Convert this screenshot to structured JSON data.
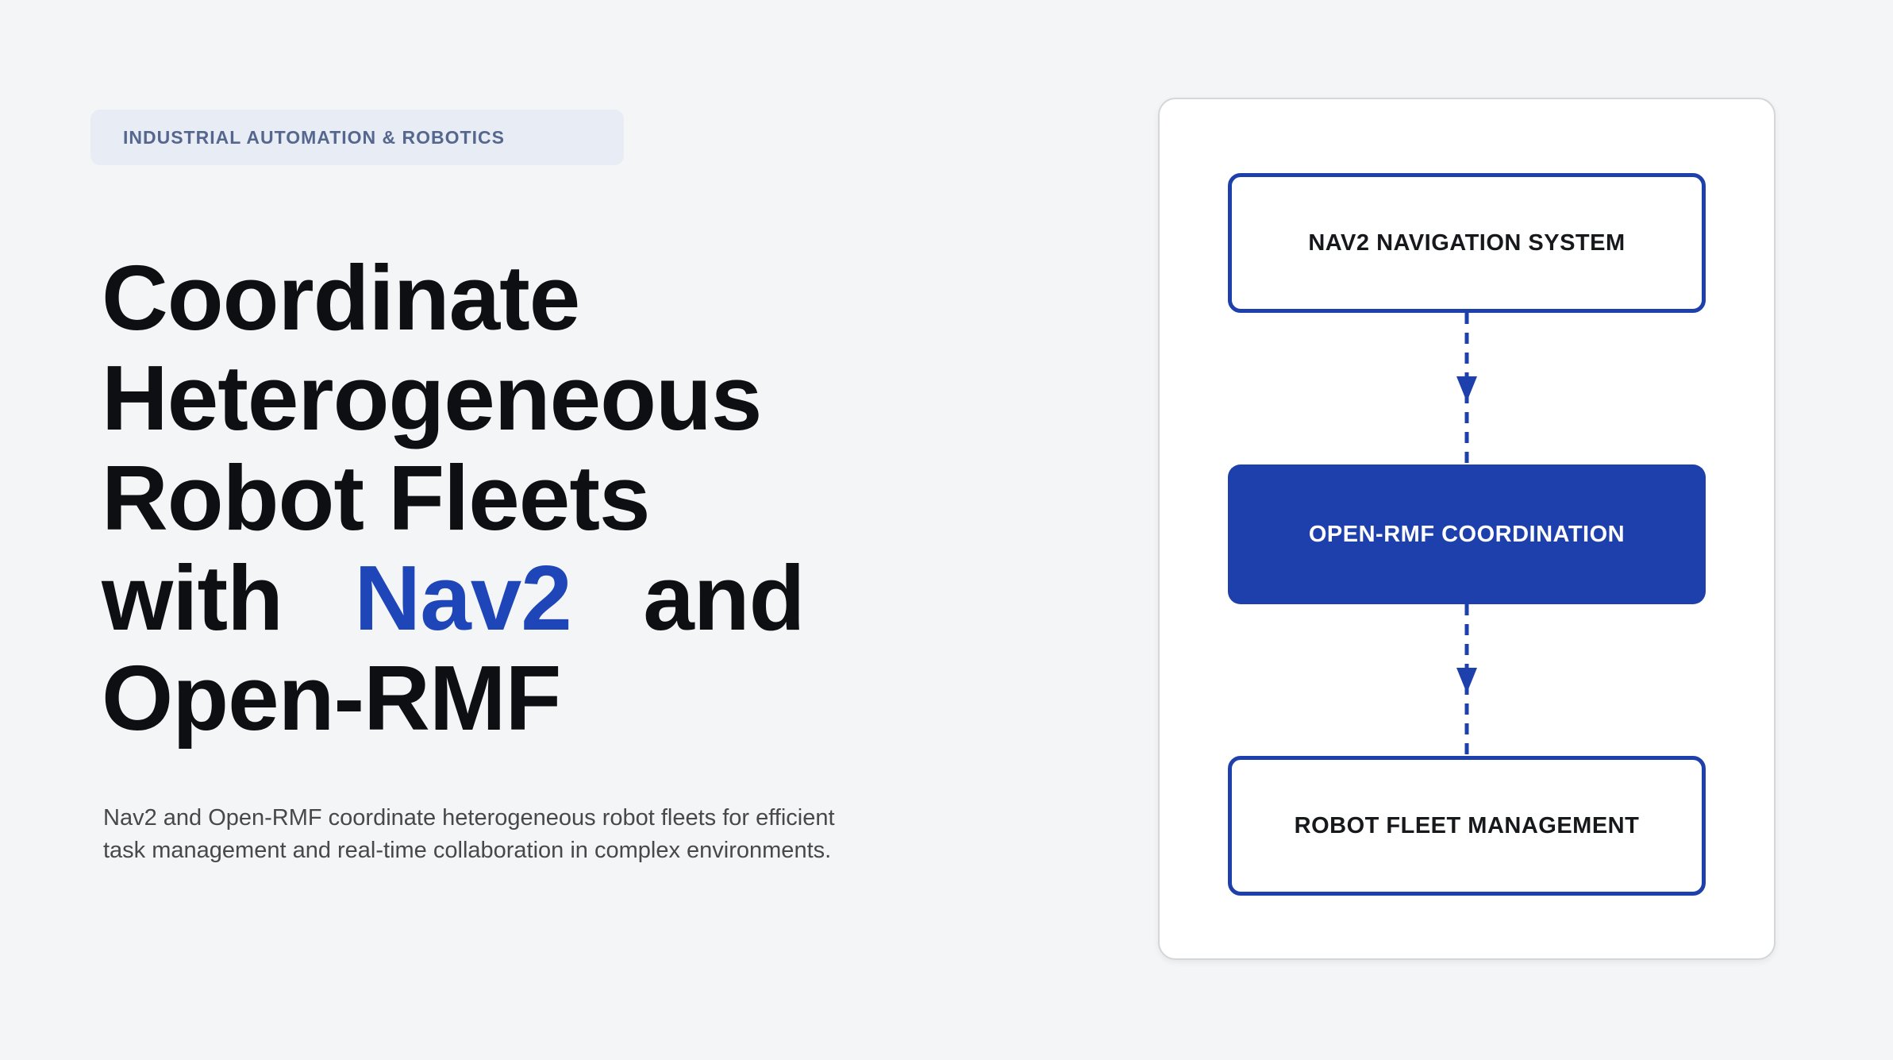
{
  "colors": {
    "page_bg": "#f4f5f6",
    "badge_bg": "#e8ecf4",
    "badge_text": "#55678e",
    "heading_text": "#0e0f12",
    "accent": "#1e46b8",
    "body_text": "#484848",
    "primary_blue": "#1e40ac",
    "card_bg": "#ffffff",
    "card_border": "#d5d6da",
    "node_text_dark": "#16181b",
    "node_text_light": "#ffffff"
  },
  "hero": {
    "badge_label": "INDUSTRIAL AUTOMATION & ROBOTICS",
    "title": {
      "line1": "Coordinate",
      "line2": "Heterogeneous",
      "line3": "Robot Fleets",
      "line4_before": "with",
      "line4_accent": "Nav2",
      "line4_after": "and",
      "line5": "Open-RMF"
    },
    "subtitle_line1": "Nav2 and Open-RMF coordinate heterogeneous robot fleets for efficient",
    "subtitle_line2": "task management and real-time collaboration in complex environments."
  },
  "diagram": {
    "connector_style": "dashed-arrow-down",
    "nodes": [
      {
        "label": "NAV2 NAVIGATION SYSTEM",
        "variant": "outline"
      },
      {
        "label": "OPEN-RMF COORDINATION",
        "variant": "filled"
      },
      {
        "label": "ROBOT FLEET MANAGEMENT",
        "variant": "outline"
      }
    ]
  }
}
